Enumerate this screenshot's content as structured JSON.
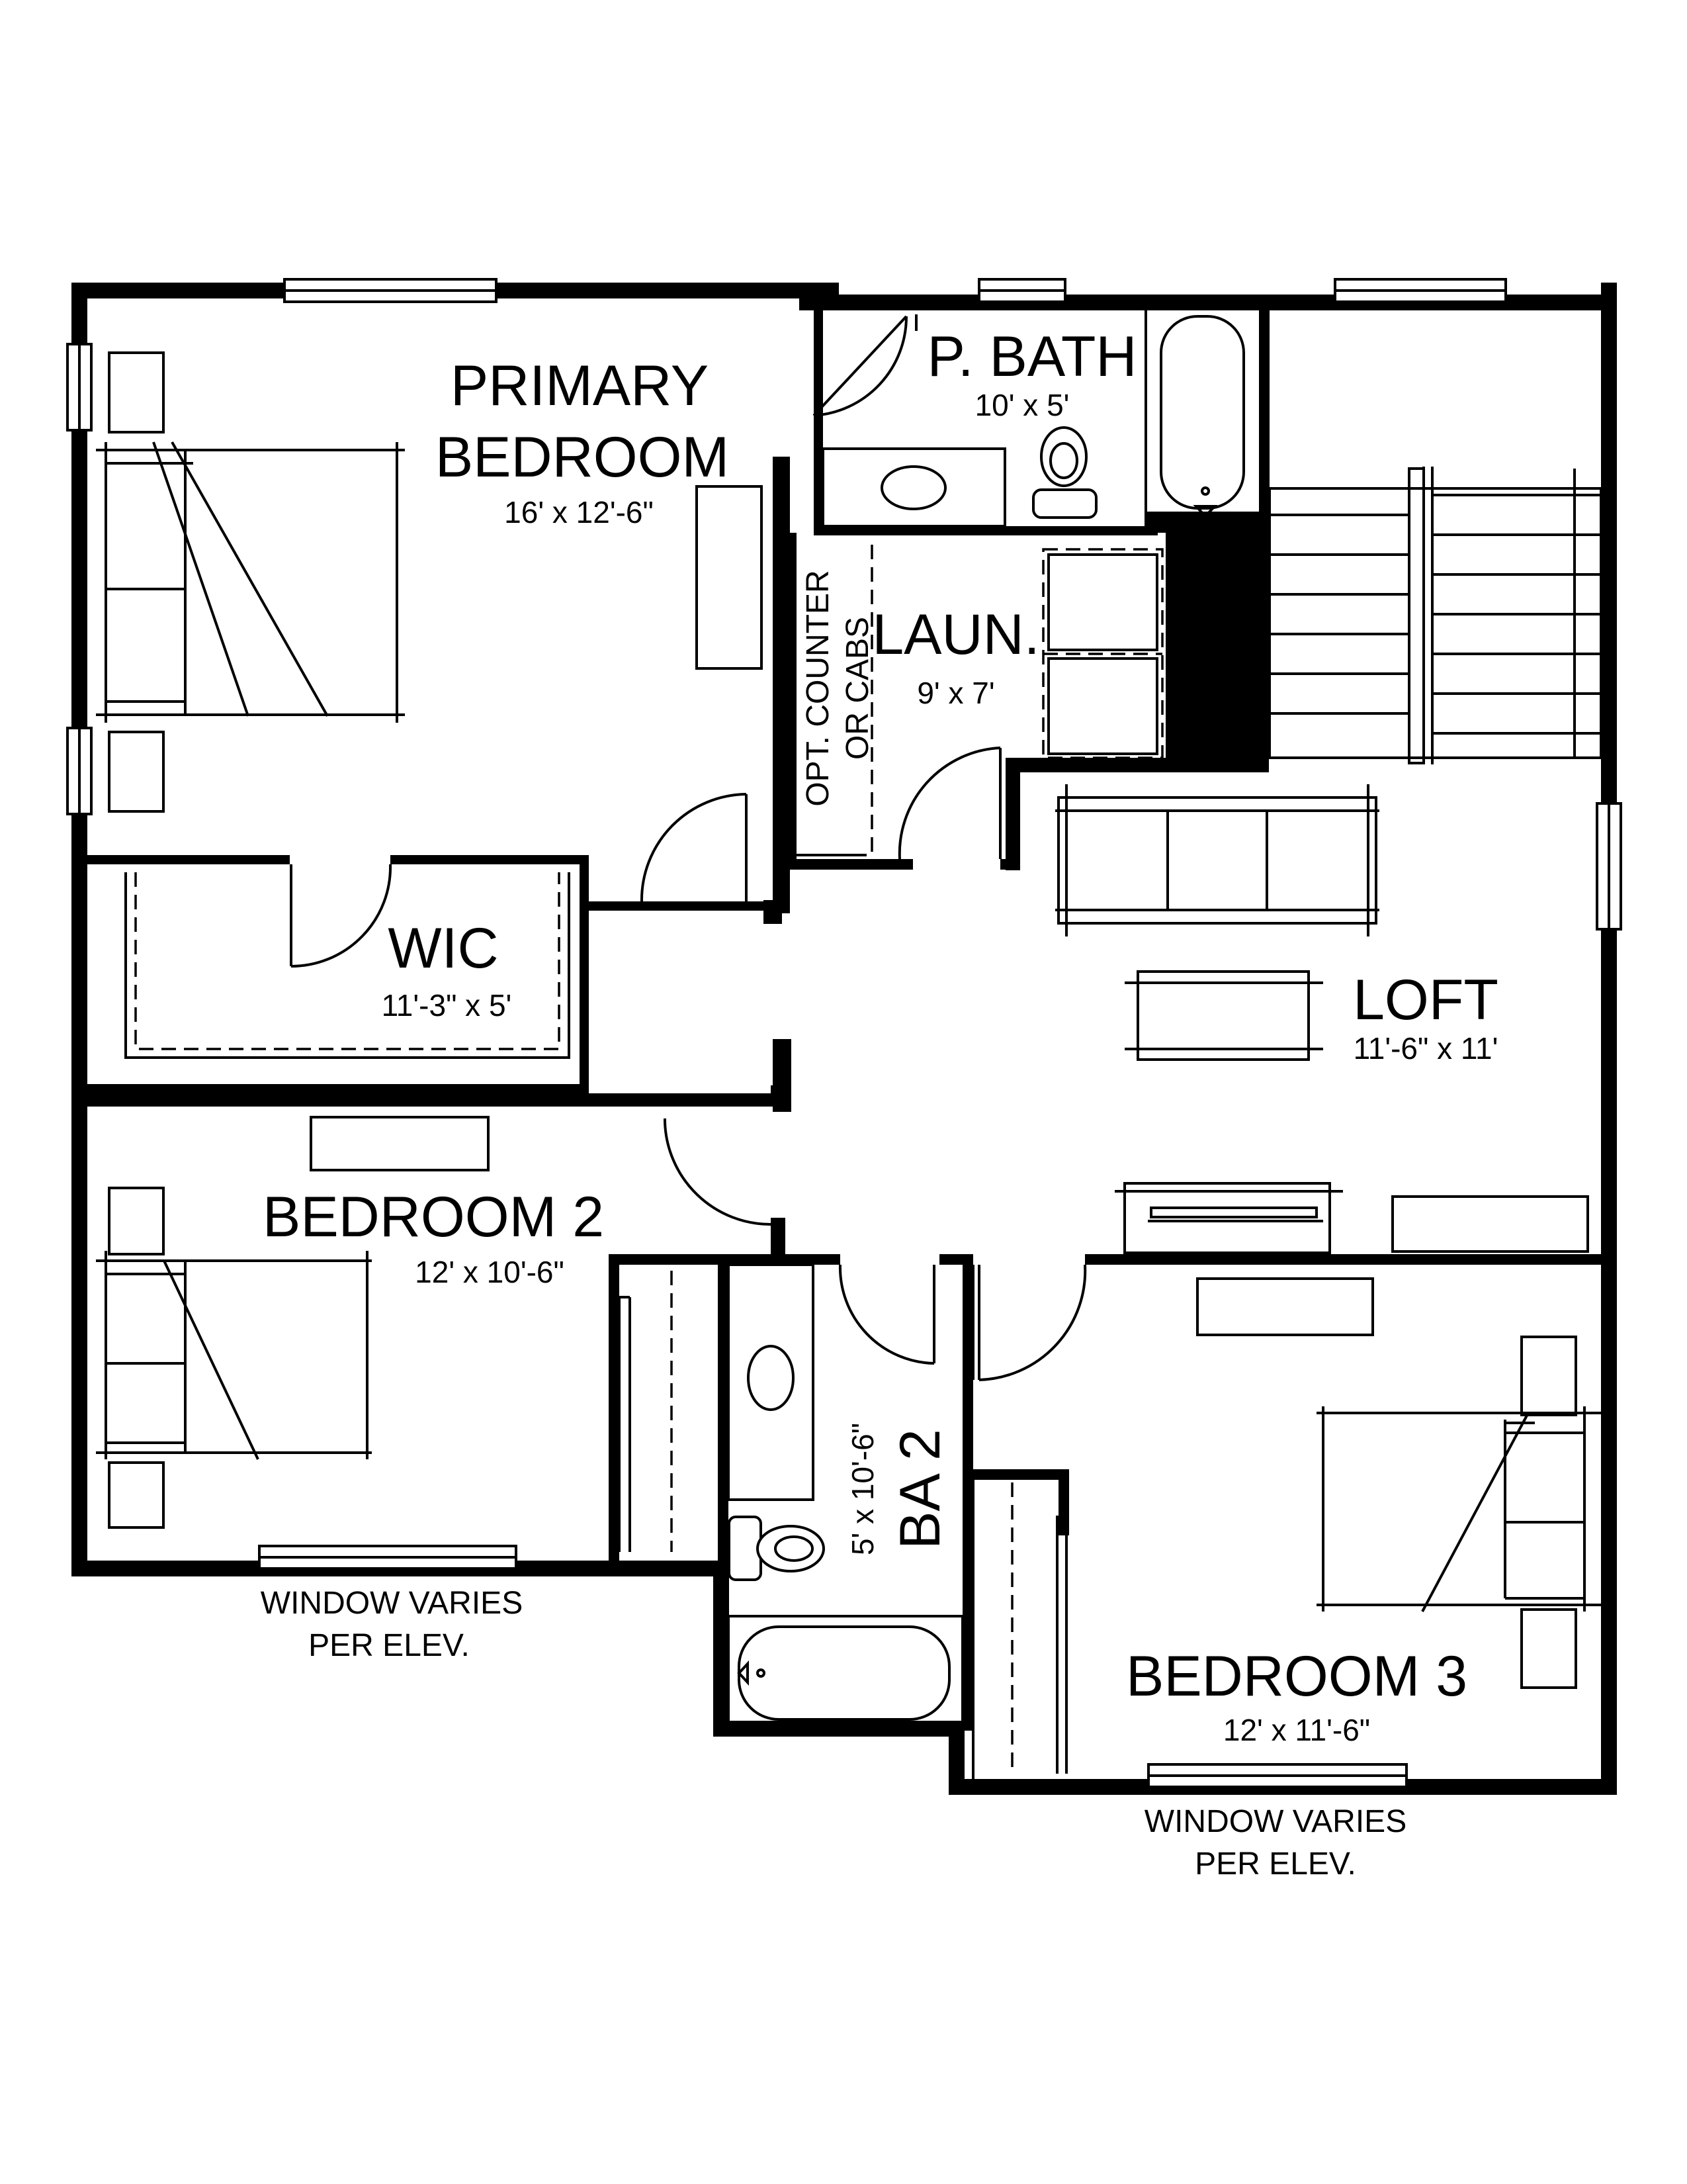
{
  "rooms": {
    "primary_bedroom": {
      "name_line1": "PRIMARY",
      "name_line2": "BEDROOM",
      "size": "16' x 12'-6\""
    },
    "p_bath": {
      "name": "P. BATH",
      "size": "10' x 5'"
    },
    "laundry": {
      "name": "LAUN.",
      "size": "9' x 7'"
    },
    "wic": {
      "name": "WIC",
      "size": "11'-3\" x 5'"
    },
    "loft": {
      "name": "LOFT",
      "size": "11'-6\" x 11'"
    },
    "bedroom_2": {
      "name": "BEDROOM 2",
      "size": "12' x 10'-6\""
    },
    "ba_2": {
      "name": "BA 2",
      "size": "5' x 10'-6\""
    },
    "bedroom_3": {
      "name": "BEDROOM 3",
      "size": "12' x 11'-6\""
    }
  },
  "notes": {
    "opt_counter_line1": "OPT. COUNTER",
    "opt_counter_line2": "OR CABS",
    "window_note_left_line1": "WINDOW VARIES",
    "window_note_left_line2": "PER ELEV.",
    "window_note_right_line1": "WINDOW VARIES",
    "window_note_right_line2": "PER ELEV."
  },
  "colors": {
    "walls": "#000000",
    "background": "#ffffff"
  }
}
